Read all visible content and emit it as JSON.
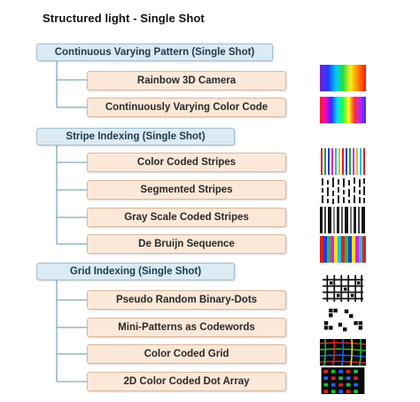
{
  "title": "Structured light - Single Shot",
  "groups": [
    {
      "label": "Continuous Varying Pattern (Single Shot)",
      "items": [
        "Rainbow 3D Camera",
        "Continuously Varying Color Code"
      ]
    },
    {
      "label": "Stripe Indexing (Single Shot)",
      "items": [
        "Color Coded Stripes",
        "Segmented Stripes",
        "Gray Scale Coded Stripes",
        "De Bruijn Sequence"
      ]
    },
    {
      "label": "Grid Indexing (Single Shot)",
      "items": [
        "Pseudo Random Binary-Dots",
        "Mini-Patterns as Codewords",
        "Color Coded Grid",
        "2D Color Coded Dot Array"
      ]
    }
  ],
  "colors": {
    "category_fill": "#dbeaf3",
    "item_fill": "#fbe8d8",
    "connector": "#7fa7c0"
  },
  "thumbnails": [
    "rainbow-gradient-pattern",
    "color-varying-pattern",
    "color-stripes-pattern",
    "segmented-stripes-pattern",
    "grayscale-stripes-pattern",
    "de-bruijn-pattern",
    "binary-dots-pattern",
    "mini-patterns-codewords",
    "color-grid-pattern",
    "color-dot-array-pattern"
  ]
}
